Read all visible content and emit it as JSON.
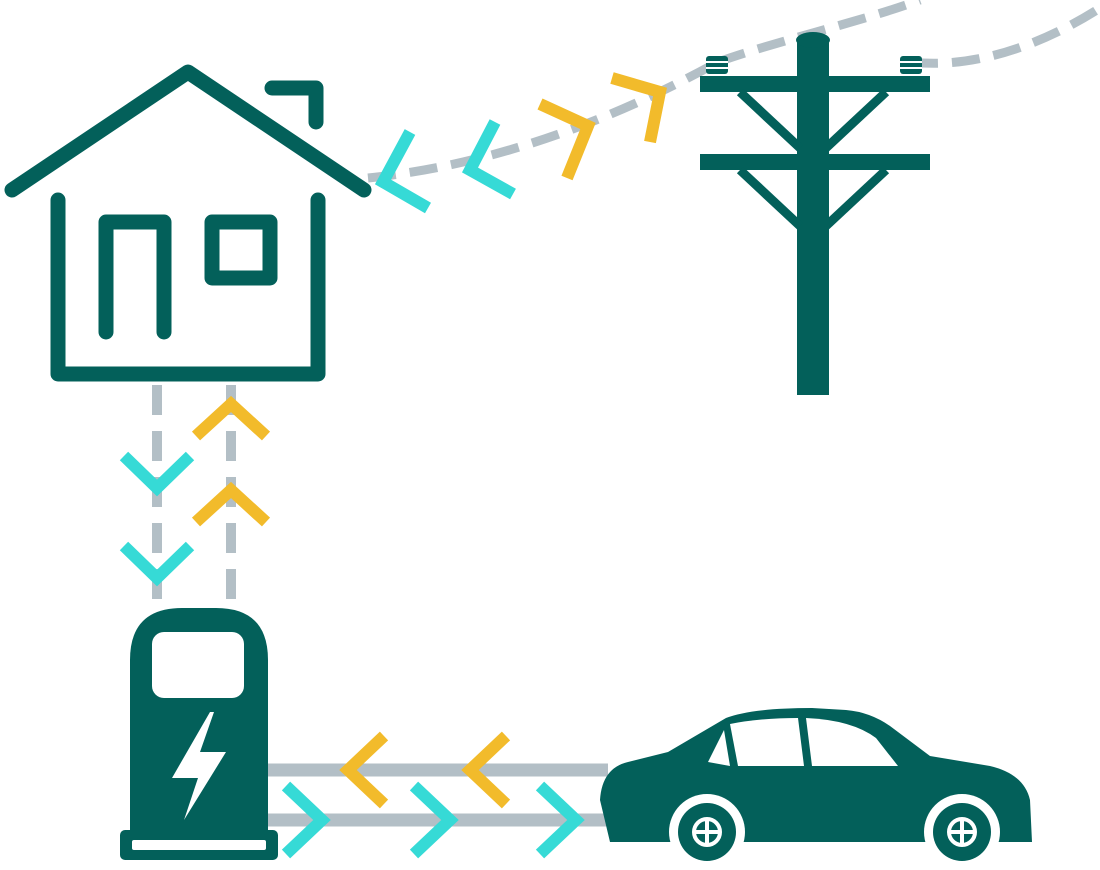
{
  "diagram": {
    "nodes": [
      {
        "id": "house",
        "icon": "house-icon"
      },
      {
        "id": "utility-pole",
        "icon": "utility-pole-icon"
      },
      {
        "id": "charger",
        "icon": "ev-charger-icon"
      },
      {
        "id": "car",
        "icon": "electric-car-icon"
      }
    ],
    "connections": [
      {
        "from": "utility-pole",
        "to": "house",
        "style": "dashed",
        "flows": [
          "house-to-pole",
          "pole-to-house"
        ]
      },
      {
        "from": "house",
        "to": "charger",
        "style": "dashed",
        "flows": [
          "house-to-charger",
          "charger-to-house"
        ]
      },
      {
        "from": "charger",
        "to": "car",
        "style": "solid",
        "flows": [
          "charger-to-car",
          "car-to-charger"
        ]
      }
    ]
  },
  "colors": {
    "primary": "#03605A",
    "import_flow": "#36DAD6",
    "export_flow": "#F2BB2B",
    "line": "#B3BFC6",
    "background": "#FFFFFF"
  }
}
